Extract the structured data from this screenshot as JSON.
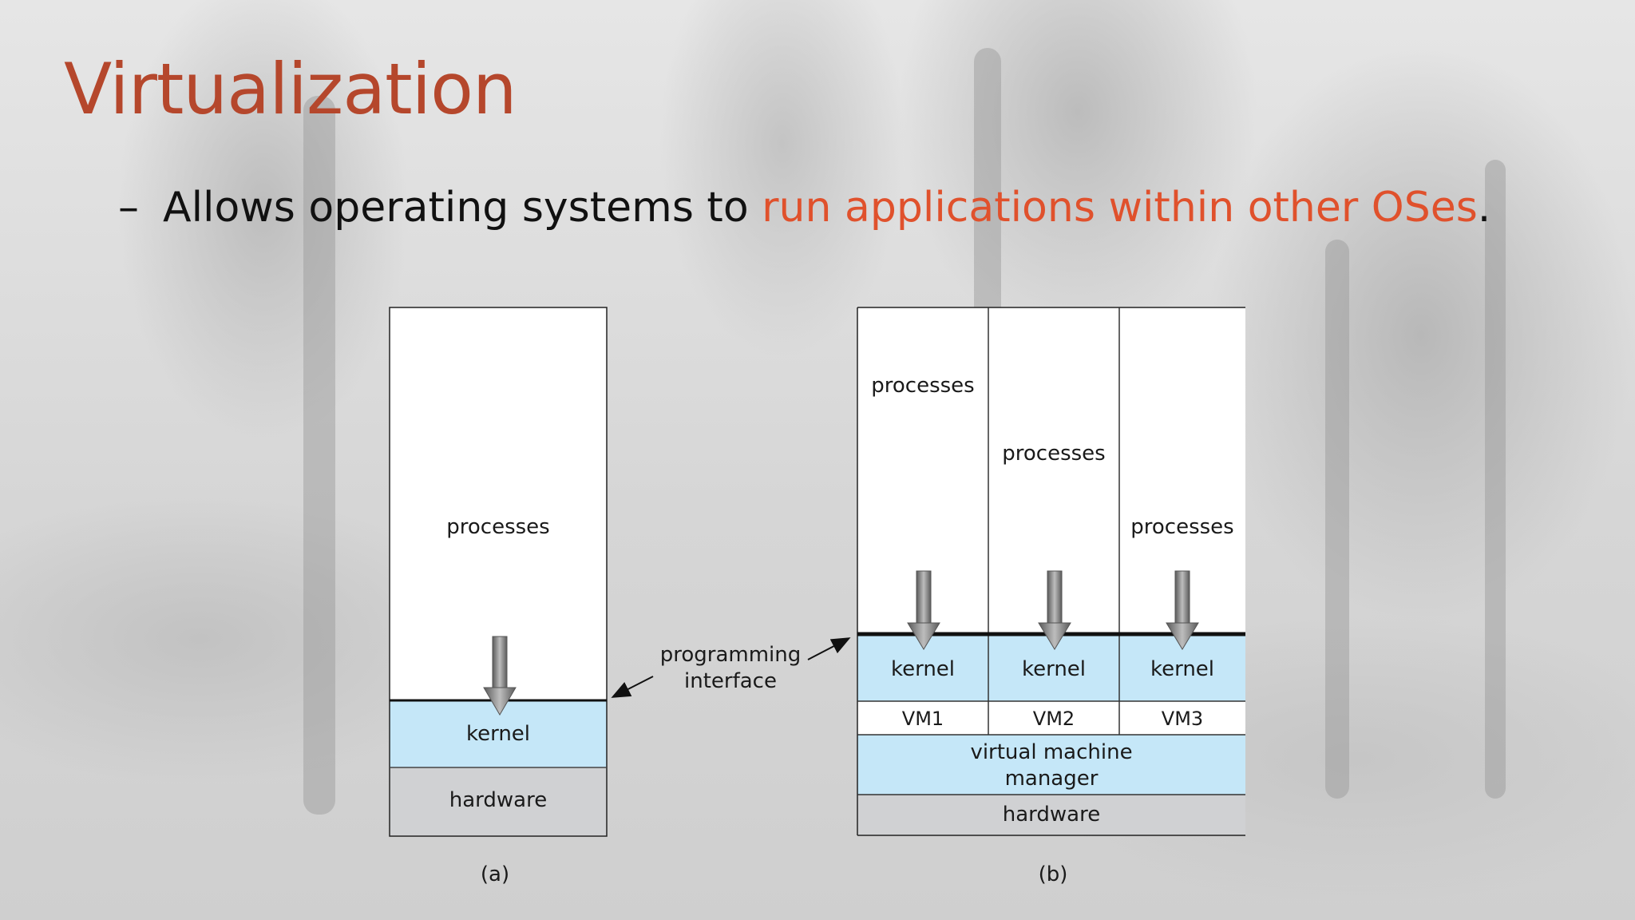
{
  "slide": {
    "title": "Virtualization",
    "bullet_dash": "–",
    "bullet_text": "Allows operating systems to",
    "bullet_highlight": "run applications within other OSes",
    "bullet_end": "."
  },
  "diagram_a": {
    "processes": "processes",
    "kernel": "kernel",
    "hardware": "hardware",
    "caption": "(a)"
  },
  "programming_interface": {
    "line1": "programming",
    "line2": "interface"
  },
  "diagram_b": {
    "vms": [
      {
        "processes": "processes",
        "kernel": "kernel",
        "name": "VM1"
      },
      {
        "processes": "processes",
        "kernel": "kernel",
        "name": "VM2"
      },
      {
        "processes": "processes",
        "kernel": "kernel",
        "name": "VM3"
      }
    ],
    "vmm_line1": "virtual machine",
    "vmm_line2": "manager",
    "hardware": "hardware",
    "caption": "(b)"
  },
  "colors": {
    "title": "#b5472c",
    "highlight": "#e0512c",
    "kernel_fill": "#c5e7f8",
    "hardware_fill": "#d0d1d3"
  }
}
